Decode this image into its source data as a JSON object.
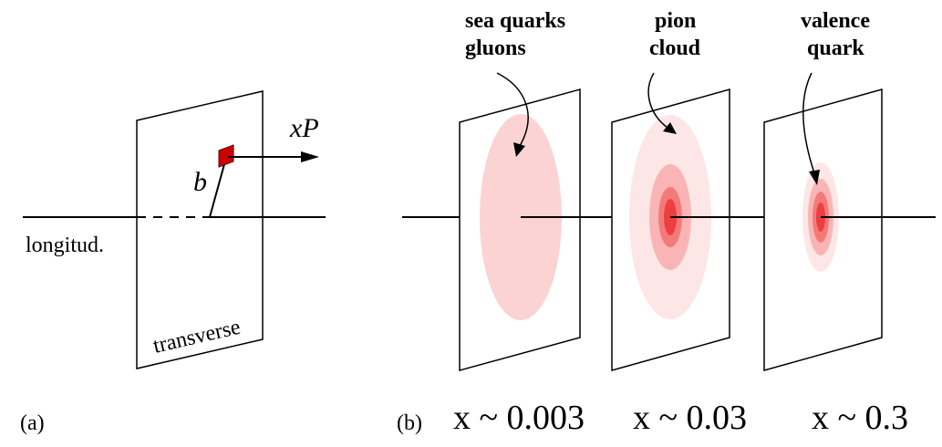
{
  "panel_a": {
    "tag": "(a)",
    "b_label": "b",
    "momentum_label": "xP",
    "longitudinal_label": "longitud.",
    "transverse_label": "transverse"
  },
  "panel_b": {
    "tag": "(b)",
    "planes": [
      {
        "label_line1": "sea quarks",
        "label_line2": "gluons",
        "x_label": "x ~ 0.003"
      },
      {
        "label_line1": "pion",
        "label_line2": "cloud",
        "x_label": "x ~ 0.03"
      },
      {
        "label_line1": "valence",
        "label_line2": "quark",
        "x_label": "x ~ 0.3"
      }
    ]
  },
  "colors": {
    "line": "#000000",
    "patch": "#cc0000",
    "pink_outer": "#fde6e6",
    "pink_mid": "#f9b5b5",
    "pink_inner": "#f47a7a",
    "red_core": "#ee3f3f"
  }
}
